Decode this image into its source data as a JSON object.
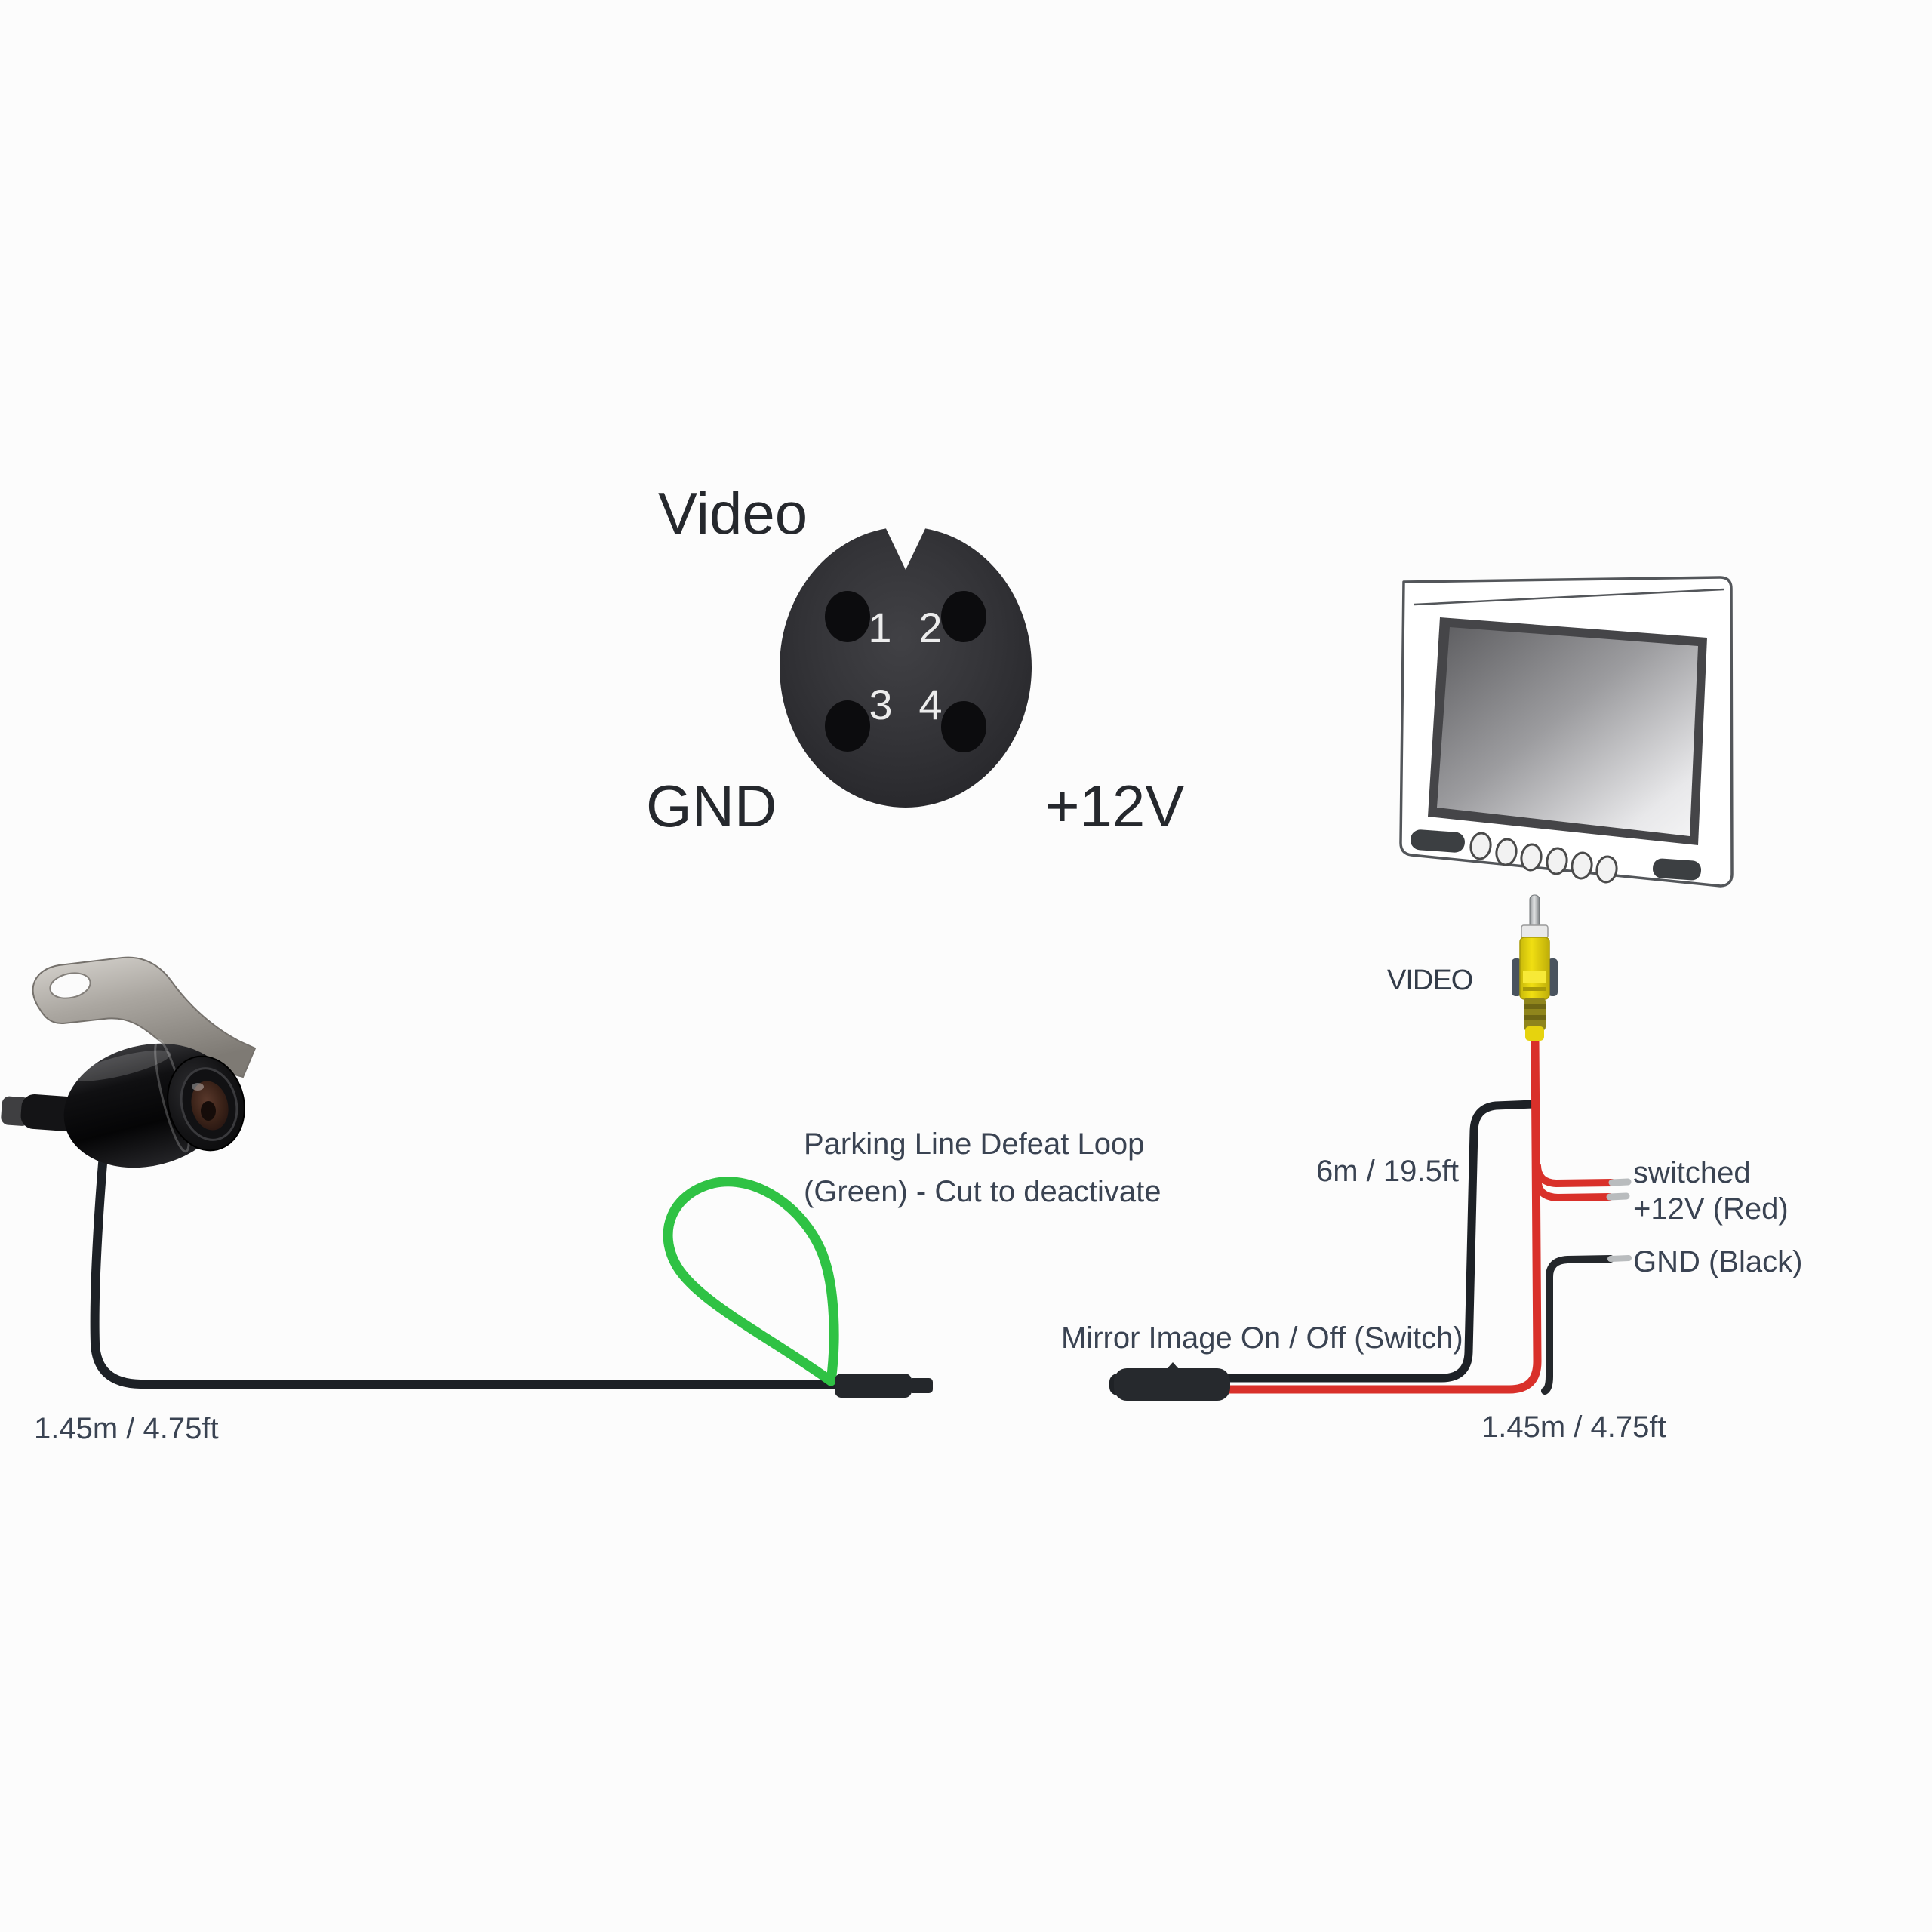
{
  "connector": {
    "video_label": "Video",
    "gnd_label": "GND",
    "plus12v_label": "+12V",
    "pins": [
      "1",
      "2",
      "3",
      "4"
    ]
  },
  "monitor": {
    "video_jack_label": "VIDEO"
  },
  "annotations": {
    "parking_loop_line1": "Parking Line Defeat Loop",
    "parking_loop_line2": "(Green) - Cut to deactivate",
    "mirror_switch": "Mirror Image On / Off (Switch)",
    "switched_line1": "switched",
    "switched_line2": "+12V (Red)",
    "gnd_lead": "GND (Black)",
    "video_cable_length": "6m / 19.5ft",
    "camera_cable_length": "1.45m / 4.75ft",
    "power_cable_length": "1.45m / 4.75ft"
  },
  "colors": {
    "background": "#fcfcfc",
    "wire_black": "#1d2126",
    "wire_red": "#d9302a",
    "loop_green": "#2fc244",
    "rca_yellow": "#e8d70e",
    "rca_olive": "#8f851c",
    "bare_tip_gray": "#b9bcbe",
    "label_dark": "#25282d",
    "label_slate": "#3a4352",
    "connector_body": "#2e2e31"
  }
}
